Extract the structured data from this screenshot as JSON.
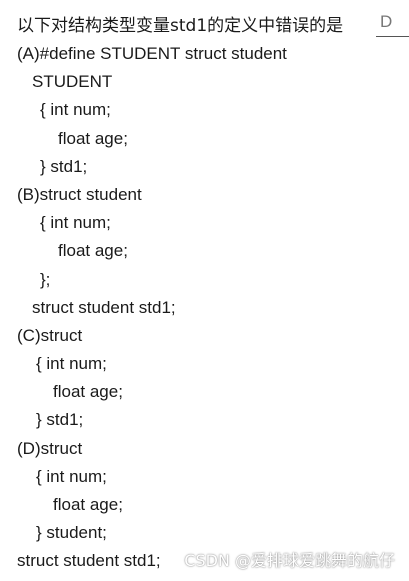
{
  "question": {
    "text": "以下对结构类型变量std1的定义中错误的是",
    "answer": "D"
  },
  "code_lines": [
    {
      "text": "(A)#define STUDENT struct student",
      "indent": 17
    },
    {
      "text": "STUDENT",
      "indent": 32
    },
    {
      "text": "{  int num;",
      "indent": 40
    },
    {
      "text": "float age;",
      "indent": 58
    },
    {
      "text": "} std1;",
      "indent": 40
    },
    {
      "text": "(B)struct student",
      "indent": 17
    },
    {
      "text": "{  int num;",
      "indent": 40
    },
    {
      "text": "float age;",
      "indent": 58
    },
    {
      "text": "};",
      "indent": 40
    },
    {
      "text": "struct student std1;",
      "indent": 32
    },
    {
      "text": "(C)struct",
      "indent": 17
    },
    {
      "text": "{  int num;",
      "indent": 36
    },
    {
      "text": "float age;",
      "indent": 53
    },
    {
      "text": "} std1;",
      "indent": 36
    },
    {
      "text": "(D)struct",
      "indent": 17
    },
    {
      "text": "{  int num;",
      "indent": 36
    },
    {
      "text": "float age;",
      "indent": 53
    },
    {
      "text": "} student;",
      "indent": 36
    },
    {
      "text": "struct student std1;",
      "indent": 17
    }
  ],
  "watermark": "CSDN @爱排球爱跳舞的航仔"
}
